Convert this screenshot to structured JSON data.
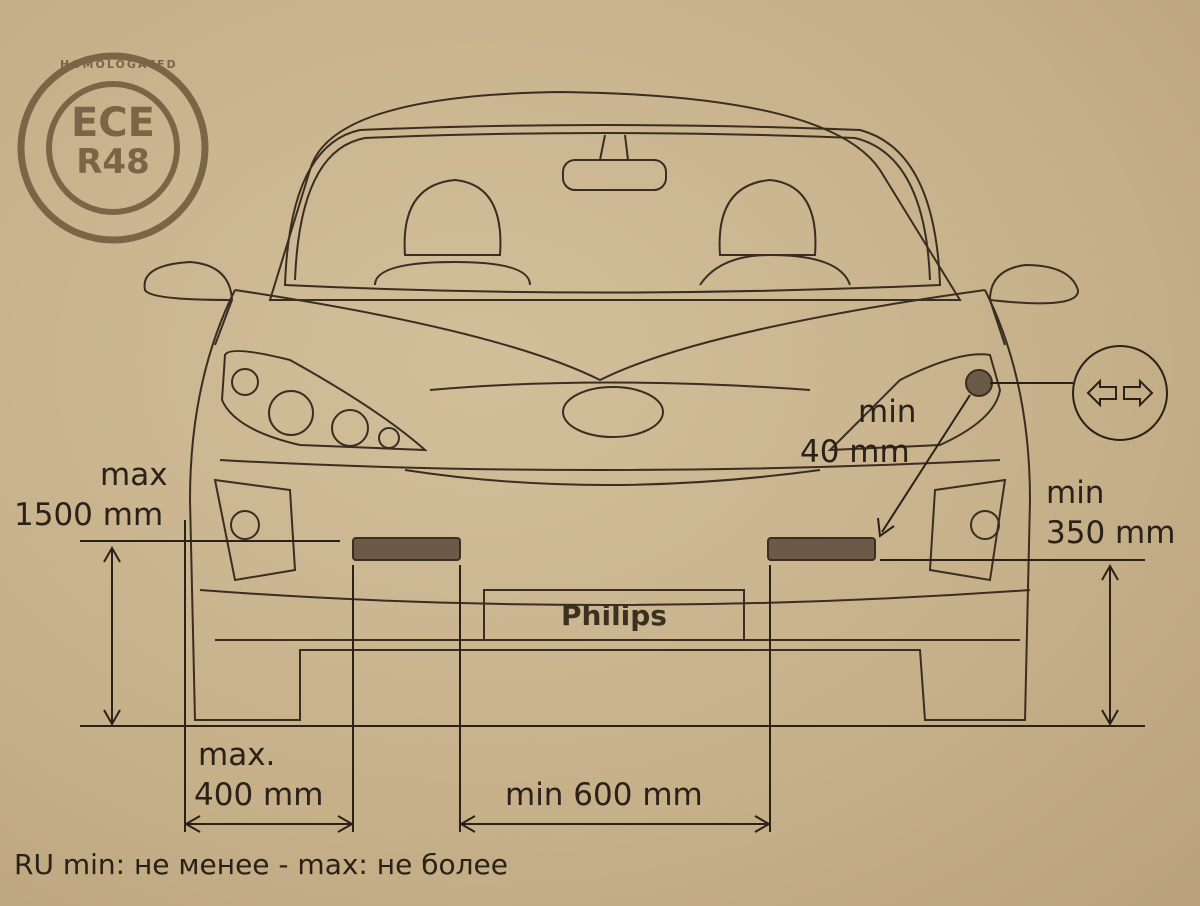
{
  "logo": {
    "arc_text": "HOMOLOGATED",
    "line1": "ECE",
    "line2": "R48"
  },
  "plate_text": "Philips",
  "labels": {
    "max_height": [
      "max",
      "1500 mm"
    ],
    "min_height": [
      "min",
      "350 mm"
    ],
    "min_edge": [
      "min",
      "40 mm"
    ],
    "max_side": [
      "max.",
      "400 mm"
    ],
    "min_between": "min 600 mm"
  },
  "footnote": "RU min: не менее - max: не более",
  "colors": {
    "paper": "#c8b48f",
    "ink": "#2a2118",
    "lamp": "#6b5a48"
  }
}
